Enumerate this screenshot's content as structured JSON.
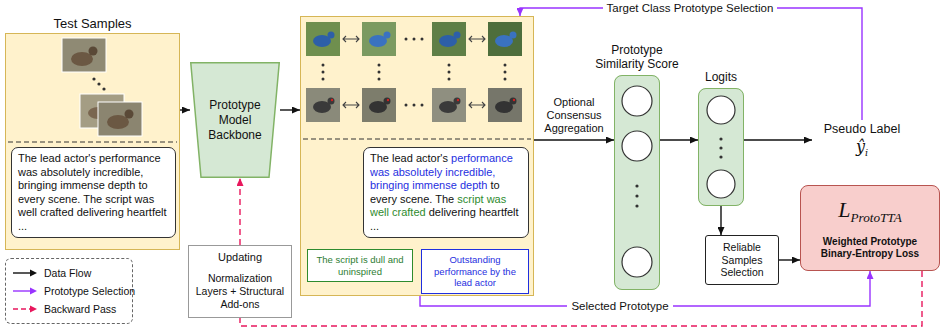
{
  "diagram": {
    "nodes": [
      {
        "text": [
          "Test Samples"
        ]
      },
      {
        "text": [
          "The lead actor's performance was absolutely incredible, bringing immense depth to every scene. The script was well crafted delivering heartfelt ..."
        ],
        "in": 0
      },
      {
        "text": [
          "Prototype Model Backbone"
        ]
      },
      {
        "text": []
      },
      {
        "text": [
          "The lead actor's performance was absolutely incredible, bringing immense depth to every scene. The script was well crafted delivering heartfelt ..."
        ],
        "in": 3
      },
      {
        "text": [
          "The script is dull and uninspired"
        ],
        "in": 3
      },
      {
        "text": [
          "Outstanding performance by the lead actor"
        ],
        "in": 3
      },
      {
        "text": [
          "Prototype Similarity Score"
        ]
      },
      {
        "text": [
          "Logits"
        ]
      },
      {
        "text": [
          "Pseudo Label",
          "ŷi"
        ]
      },
      {
        "text": [
          "Reliable Samples Selection"
        ]
      },
      {
        "text": [
          "LProtoTTA",
          "Weighted Prototype Binary-Entropy Loss"
        ]
      },
      {
        "text": [
          "Updating",
          "Normalization Layers + Structural Add-ons"
        ]
      }
    ],
    "edges": [
      {
        "from": 0,
        "to": 2,
        "arrow": "to"
      },
      {
        "from": 2,
        "to": 3,
        "arrow": "to"
      },
      {
        "from": 3,
        "to": 7,
        "arrow": "to",
        "label": "Optional Consensus Aggregation"
      },
      {
        "from": 7,
        "to": 8,
        "arrow": "to"
      },
      {
        "from": 8,
        "to": 9,
        "arrow": "to"
      },
      {
        "from": 8,
        "to": 10,
        "arrow": "to"
      },
      {
        "from": 10,
        "to": 11,
        "arrow": "to"
      },
      {
        "from": 9,
        "to": 3,
        "arrow": "to",
        "label": "Target Class Prototype Selection"
      },
      {
        "from": 3,
        "to": 11,
        "arrow": "to",
        "label": "Selected Prototype"
      },
      {
        "from": 11,
        "to": 12,
        "arrow": "none"
      },
      {
        "from": 12,
        "to": 2,
        "arrow": "to"
      }
    ],
    "legend": [
      {
        "text": "Data Flow"
      },
      {
        "text": "Prototype Selection"
      },
      {
        "text": "Backward Pass"
      }
    ]
  }
}
